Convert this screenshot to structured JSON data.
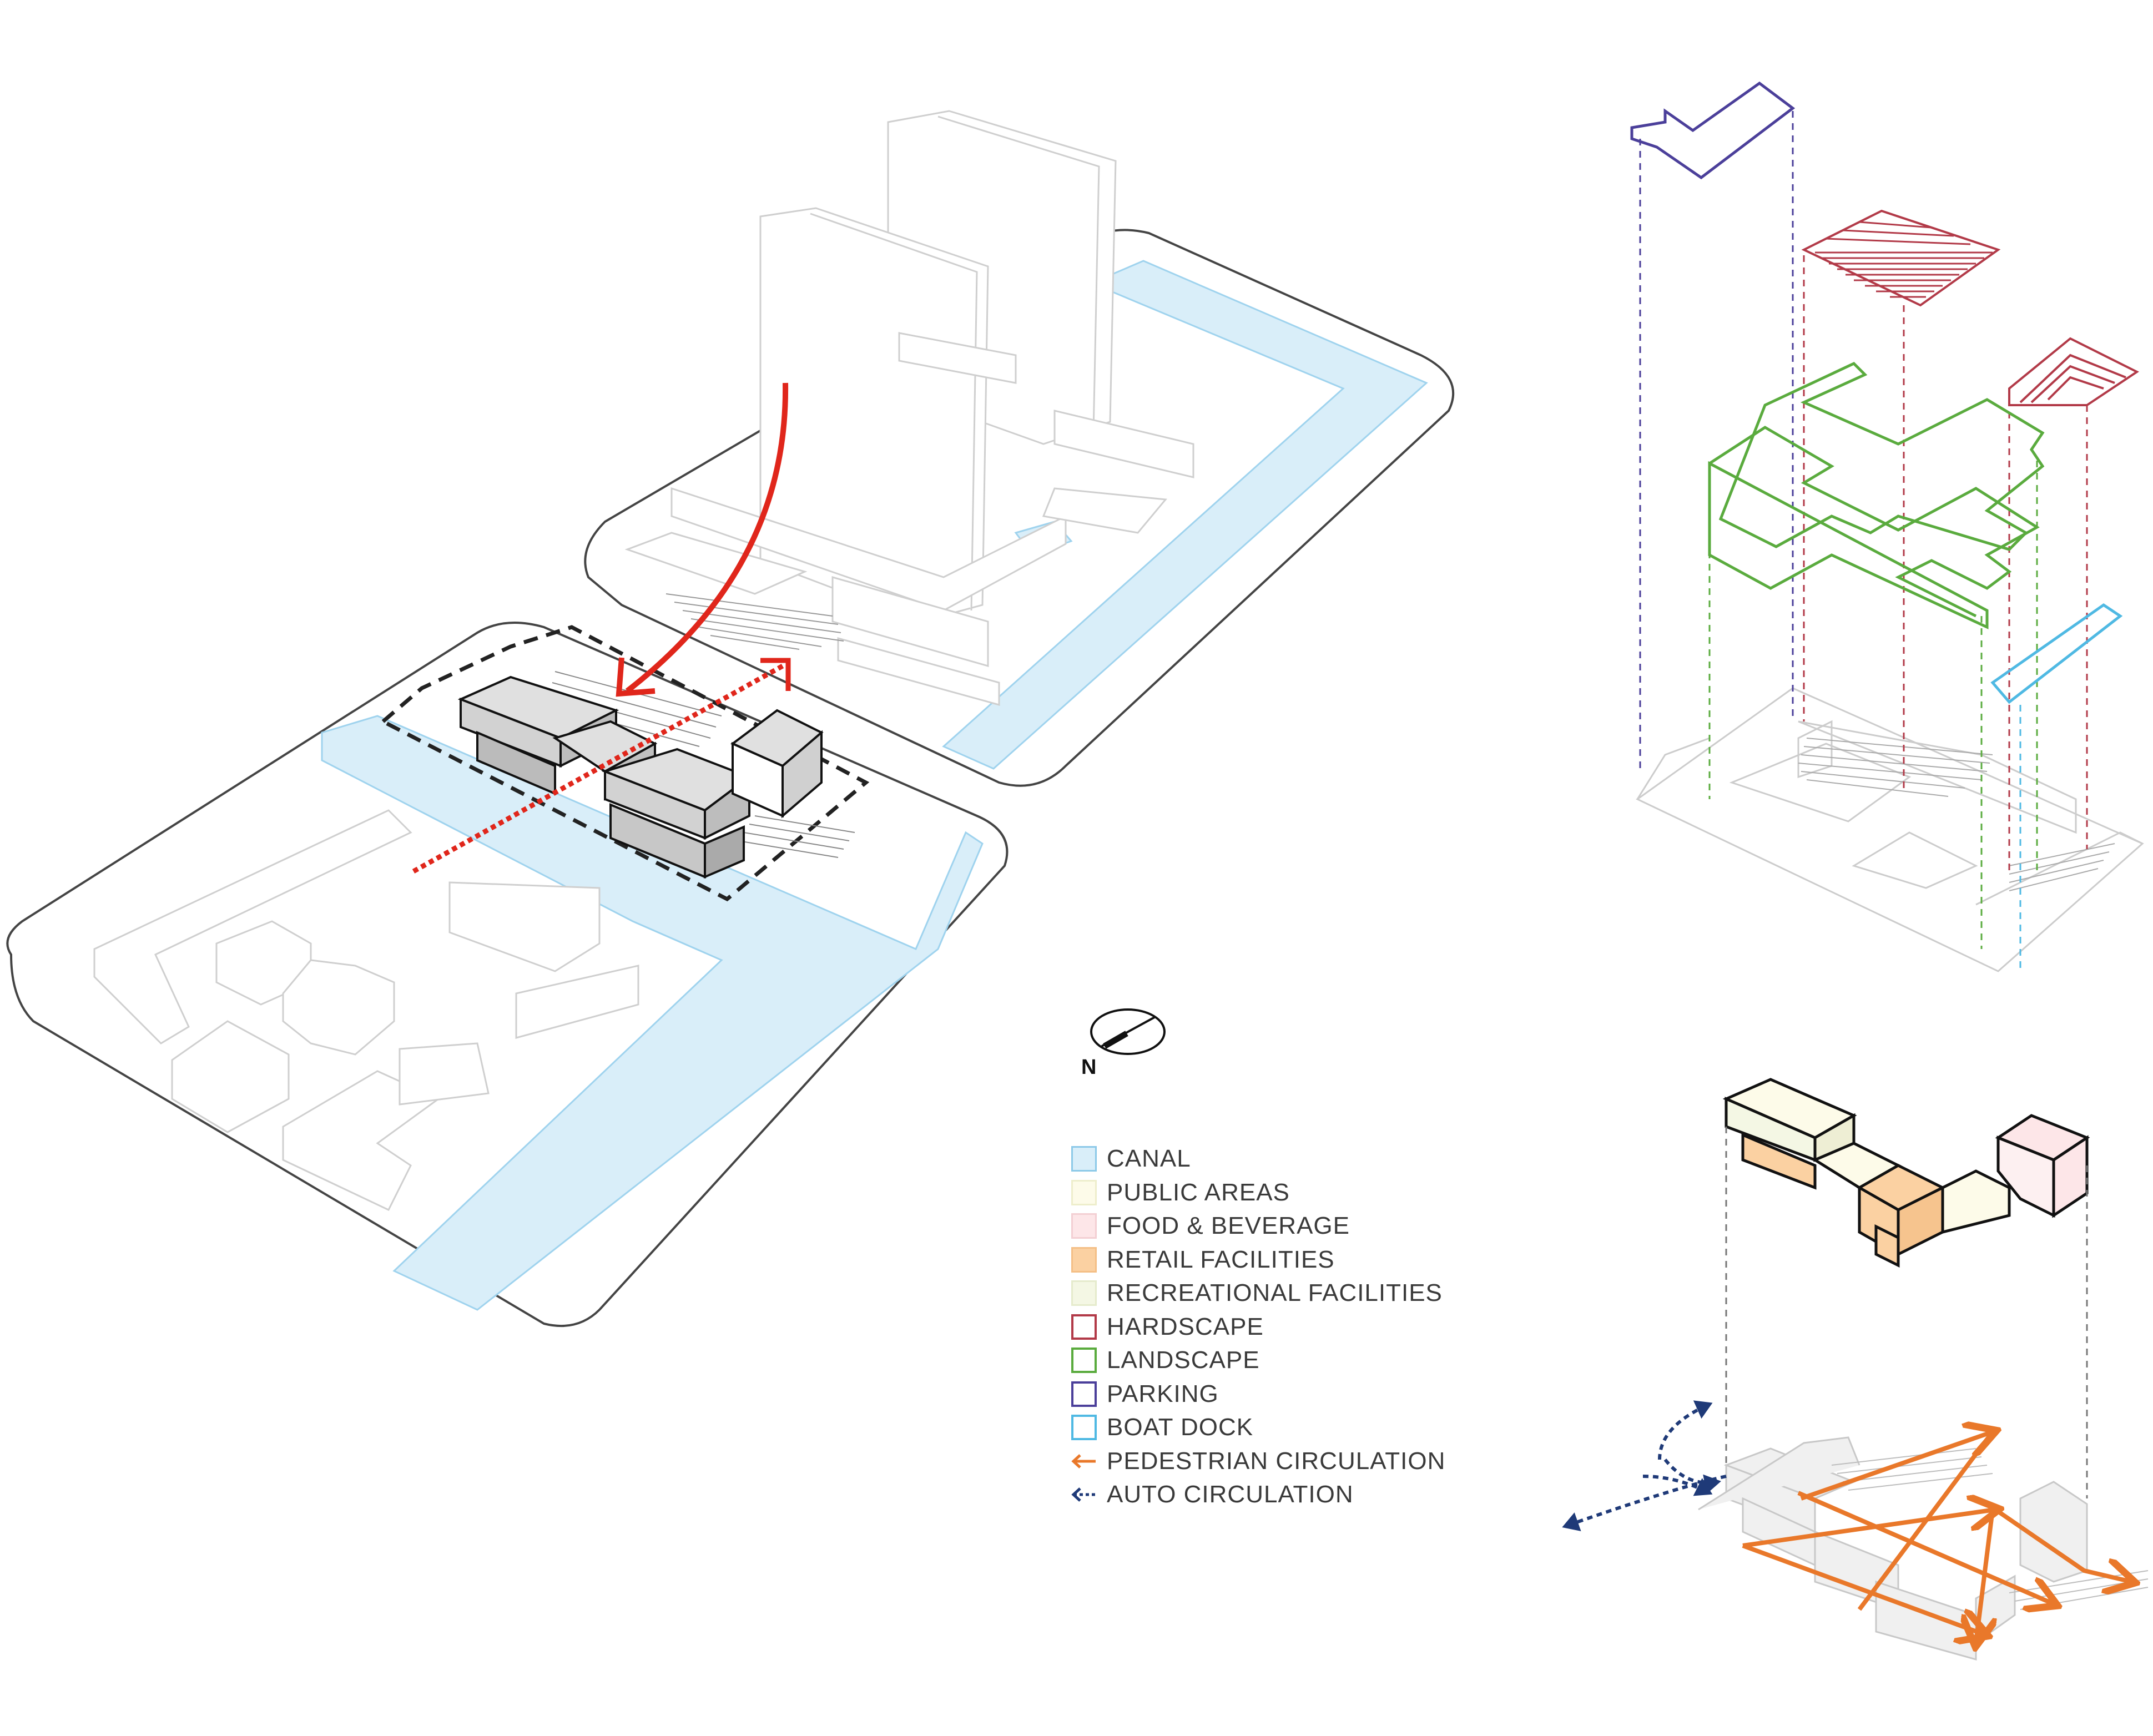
{
  "compass": {
    "north_label": "N"
  },
  "legend": {
    "items": [
      {
        "key": "canal",
        "label": "CANAL",
        "kind": "fill",
        "fill": "#d9eef9",
        "stroke": "#8cc9e8"
      },
      {
        "key": "public",
        "label": "PUBLIC AREAS",
        "kind": "fill",
        "fill": "#fdfbe9",
        "stroke": "#eeeecc"
      },
      {
        "key": "fnb",
        "label": "FOOD & BEVERAGE",
        "kind": "fill",
        "fill": "#fde6e8",
        "stroke": "#f3cfd3"
      },
      {
        "key": "retail",
        "label": "RETAIL FACILITIES",
        "kind": "fill",
        "fill": "#fbd1a2",
        "stroke": "#f4bf86"
      },
      {
        "key": "recreational",
        "label": "RECREATIONAL FACILITIES",
        "kind": "fill",
        "fill": "#f4f7e4",
        "stroke": "#e5ebcc"
      },
      {
        "key": "hardscape",
        "label": "HARDSCAPE",
        "kind": "outline",
        "stroke": "#b23a48"
      },
      {
        "key": "landscape",
        "label": "LANDSCAPE",
        "kind": "outline",
        "stroke": "#5aab3e"
      },
      {
        "key": "parking",
        "label": "PARKING",
        "kind": "outline",
        "stroke": "#4b3f9a"
      },
      {
        "key": "dock",
        "label": "BOAT DOCK",
        "kind": "outline",
        "stroke": "#4fb9e3"
      },
      {
        "key": "pedestrian",
        "label": "PEDESTRIAN CIRCULATION",
        "kind": "arrow",
        "stroke": "#e9782a"
      },
      {
        "key": "auto",
        "label": "AUTO CIRCULATION",
        "kind": "dashed-arrow",
        "stroke": "#1f3a78"
      }
    ]
  },
  "colors": {
    "canal": "#d9eef9",
    "context_line": "#cccccc",
    "site_line": "#222222",
    "approach_arrow": "#e0261b",
    "axis_dotted": "#e0261b",
    "building_fill": "#d4d4d4",
    "hardscape": "#b23a48",
    "landscape": "#5aab3e",
    "parking": "#4b3f9a",
    "dock": "#4fb9e3",
    "public": "#fdfbe9",
    "fnb": "#fde6e8",
    "retail": "#fbd1a2",
    "pedestrian": "#e9782a",
    "auto": "#1f3a78"
  }
}
